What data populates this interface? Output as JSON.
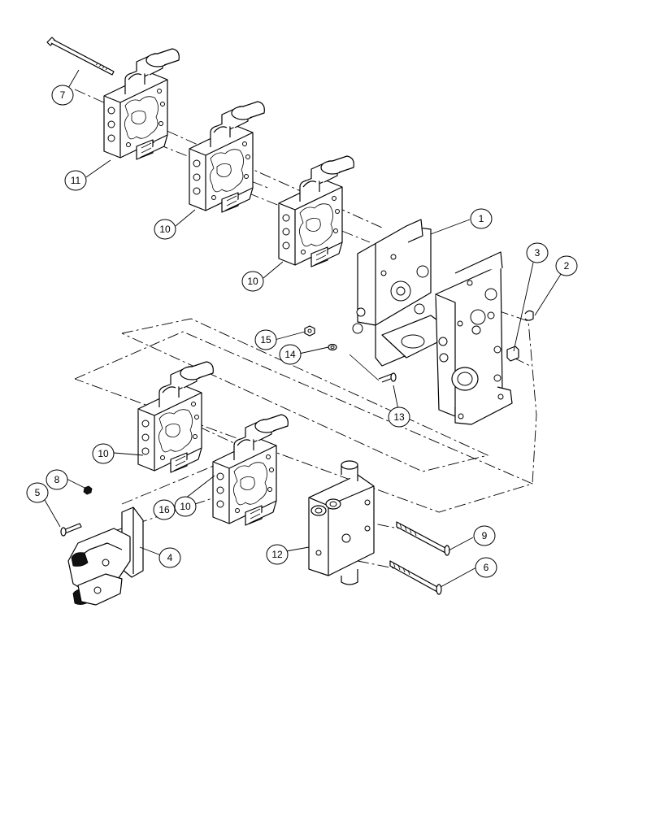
{
  "callouts": [
    {
      "id": "c1",
      "label": "1"
    },
    {
      "id": "c2",
      "label": "2"
    },
    {
      "id": "c3",
      "label": "3"
    },
    {
      "id": "c4",
      "label": "4"
    },
    {
      "id": "c5",
      "label": "5"
    },
    {
      "id": "c6",
      "label": "6"
    },
    {
      "id": "c7",
      "label": "7"
    },
    {
      "id": "c8",
      "label": "8"
    },
    {
      "id": "c9",
      "label": "9"
    },
    {
      "id": "c10a",
      "label": "10"
    },
    {
      "id": "c10b",
      "label": "10"
    },
    {
      "id": "c10c",
      "label": "10"
    },
    {
      "id": "c10d",
      "label": "10"
    },
    {
      "id": "c11",
      "label": "11"
    },
    {
      "id": "c12",
      "label": "12"
    },
    {
      "id": "c13",
      "label": "13"
    },
    {
      "id": "c14",
      "label": "14"
    },
    {
      "id": "c15",
      "label": "15"
    },
    {
      "id": "c16",
      "label": "16"
    }
  ]
}
